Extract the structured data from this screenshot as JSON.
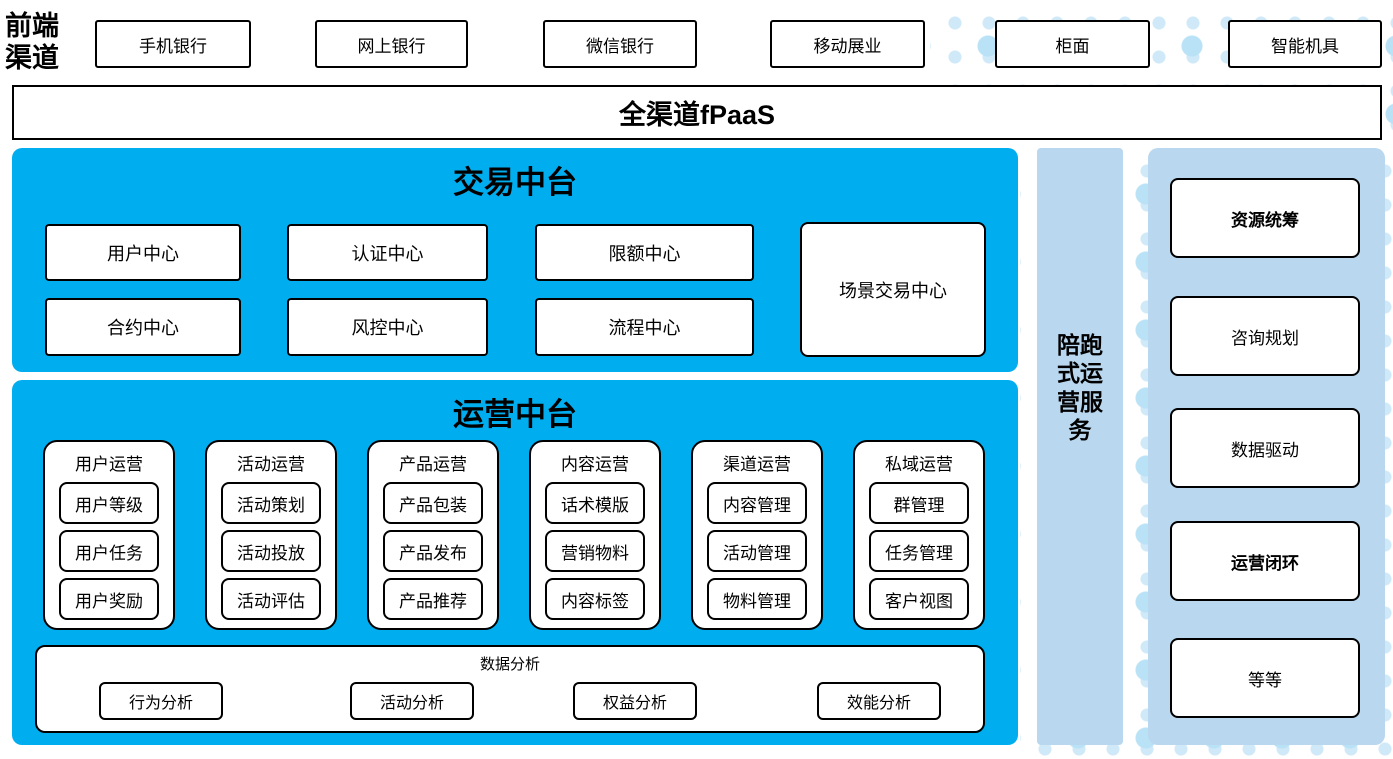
{
  "frontend": {
    "label": "前端渠道"
  },
  "channels": [
    "手机银行",
    "网上银行",
    "微信银行",
    "移动展业",
    "柜面",
    "智能机具"
  ],
  "fpaas": {
    "label": "全渠道fPaaS"
  },
  "trade": {
    "title": "交易中台",
    "row1": [
      "用户中心",
      "认证中心",
      "限额中心"
    ],
    "row2": [
      "合约中心",
      "风控中心",
      "流程中心"
    ],
    "scene_box": "场景交易中心"
  },
  "ops": {
    "title": "运营中台",
    "columns": [
      {
        "header": "用户运营",
        "items": [
          "用户等级",
          "用户任务",
          "用户奖励"
        ]
      },
      {
        "header": "活动运营",
        "items": [
          "活动策划",
          "活动投放",
          "活动评估"
        ]
      },
      {
        "header": "产品运营",
        "items": [
          "产品包装",
          "产品发布",
          "产品推荐"
        ]
      },
      {
        "header": "内容运营",
        "items": [
          "话术模版",
          "营销物料",
          "内容标签"
        ]
      },
      {
        "header": "渠道运营",
        "items": [
          "内容管理",
          "活动管理",
          "物料管理"
        ]
      },
      {
        "header": "私域运营",
        "items": [
          "群管理",
          "任务管理",
          "客户视图"
        ]
      }
    ],
    "analysis": {
      "title": "数据分析",
      "items": [
        "行为分析",
        "活动分析",
        "权益分析",
        "效能分析"
      ]
    }
  },
  "side_strip": {
    "label": "陪跑式运营服务"
  },
  "services": {
    "items": [
      "资源统筹",
      "咨询规划",
      "数据驱动",
      "运营闭环",
      "等等"
    ]
  },
  "colors": {
    "accent_blue": "#00aeef",
    "panel_light_blue": "#b9d7ee",
    "dot_light": "#cfe9f8",
    "dot_medium": "#b9e2f6"
  }
}
